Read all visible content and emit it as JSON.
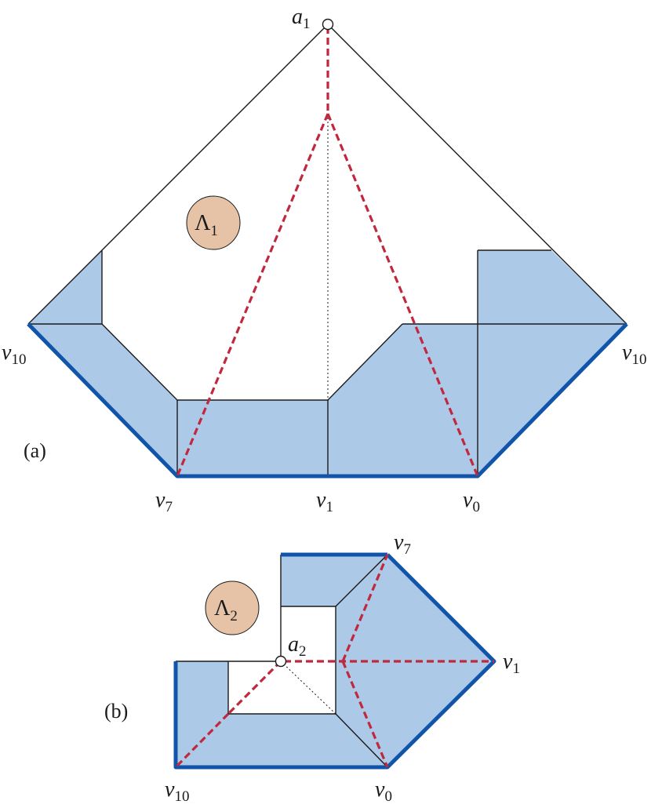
{
  "colors": {
    "fill": "#adc9e8",
    "boundary": "#1155aa",
    "path": "#c0283e",
    "badge": "#e6c3a6",
    "edge": "#1a1a1a"
  },
  "panel_a": {
    "caption": "(a)",
    "badge": {
      "symbol": "Λ",
      "sub": "1"
    },
    "apex": {
      "var": "a",
      "sub": "1"
    },
    "v10_left": {
      "var": "v",
      "sub": "10"
    },
    "v10_right": {
      "var": "v",
      "sub": "10"
    },
    "v7": {
      "var": "v",
      "sub": "7"
    },
    "v1": {
      "var": "v",
      "sub": "1"
    },
    "v0": {
      "var": "v",
      "sub": "0"
    }
  },
  "panel_b": {
    "caption": "(b)",
    "badge": {
      "symbol": "Λ",
      "sub": "2"
    },
    "apex": {
      "var": "a",
      "sub": "2"
    },
    "v7": {
      "var": "v",
      "sub": "7"
    },
    "v1": {
      "var": "v",
      "sub": "1"
    },
    "v10": {
      "var": "v",
      "sub": "10"
    },
    "v0": {
      "var": "v",
      "sub": "0"
    }
  }
}
